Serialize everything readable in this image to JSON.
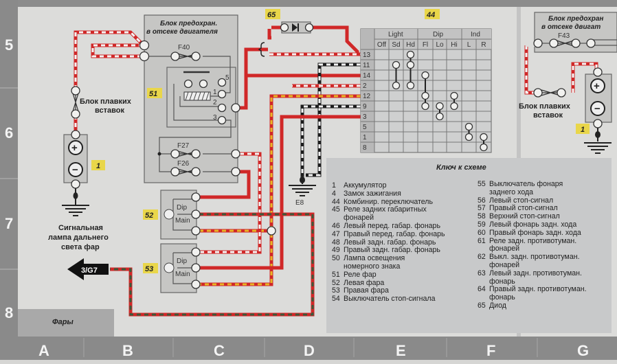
{
  "grid": {
    "rows": [
      "5",
      "6",
      "7",
      "8"
    ],
    "columns": [
      "A",
      "B",
      "C",
      "D",
      "E",
      "F",
      "G"
    ]
  },
  "section_tab": "Фары",
  "components": {
    "fuse_box_title": [
      "Блок предохран.",
      "в отсеке двигателя"
    ],
    "fuse_box_right_title": [
      "Блок предохран",
      "в отсеке двигат"
    ],
    "fusible_links": [
      "Блок плавких",
      "вставок"
    ],
    "fuses": [
      "F40",
      "F27",
      "F26",
      "F43"
    ],
    "relay_pins": [
      "5",
      "1",
      "2",
      "3"
    ],
    "badges": {
      "battery": "1",
      "relay": "51",
      "left_headlamp": "52",
      "right_headlamp": "53",
      "switch": "44",
      "diode": "65",
      "battery_right": "1"
    },
    "lamp_pins": [
      "Dip",
      "Main"
    ],
    "ground": "E8",
    "warning_lamp": [
      "Сигнальная",
      "лампа дальнего",
      "света фар"
    ],
    "connector_arrow": "3/G7"
  },
  "switch_table": {
    "groups": [
      "Light",
      "Dip",
      "Ind"
    ],
    "columns": [
      "Off",
      "Sd",
      "Hd",
      "Fl",
      "Lo",
      "Hi",
      "L",
      "R"
    ],
    "rows": [
      "13",
      "11",
      "14",
      "2",
      "12",
      "9",
      "3",
      "5",
      "1",
      "8"
    ],
    "connections": [
      {
        "column": "Sd",
        "rows": [
          "11",
          "2"
        ]
      },
      {
        "column": "Hd",
        "rows": [
          "13",
          "11",
          "2"
        ]
      },
      {
        "column": "Fl",
        "rows": [
          "14",
          "12",
          "9"
        ]
      },
      {
        "column": "Lo",
        "rows": [
          "9",
          "3"
        ]
      },
      {
        "column": "Hi",
        "rows": [
          "12",
          "9"
        ]
      },
      {
        "column": "L",
        "rows": [
          "5",
          "1"
        ]
      },
      {
        "column": "R",
        "rows": [
          "1",
          "8"
        ]
      }
    ]
  },
  "legend": {
    "title": "Ключ к схеме",
    "left": [
      {
        "num": "1",
        "text": "Аккумулятор"
      },
      {
        "num": "4",
        "text": "Замок зажигания"
      },
      {
        "num": "44",
        "text": "Комбинир. переключатель"
      },
      {
        "num": "45",
        "text": "Реле задних габаритных\nфонарей"
      },
      {
        "num": "46",
        "text": "Левый перед. габар. фонарь"
      },
      {
        "num": "47",
        "text": "Правый перед. габар. фонарь"
      },
      {
        "num": "48",
        "text": "Левый задн. габар. фонарь"
      },
      {
        "num": "49",
        "text": "Правый задн. габар. фонарь"
      },
      {
        "num": "50",
        "text": "Лампа освещения\nномерного знака"
      },
      {
        "num": "51",
        "text": "Реле фар"
      },
      {
        "num": "52",
        "text": "Левая фара"
      },
      {
        "num": "53",
        "text": "Правая фара"
      },
      {
        "num": "54",
        "text": "Выключатель стоп-сигнала"
      }
    ],
    "right": [
      {
        "num": "55",
        "text": "Выключатель фонаря\nзаднего хода"
      },
      {
        "num": "56",
        "text": "Левый стоп-сигнал"
      },
      {
        "num": "57",
        "text": "Правый стоп-сигнал"
      },
      {
        "num": "58",
        "text": "Верхний стоп-сигнал"
      },
      {
        "num": "59",
        "text": "Левый фонарь задн. хода"
      },
      {
        "num": "60",
        "text": "Правый фонарь задн. хода"
      },
      {
        "num": "61",
        "text": "Реле задн. противотуман.\nфонарей"
      },
      {
        "num": "62",
        "text": "Выкл. задн. противотуман.\nфонарей"
      },
      {
        "num": "63",
        "text": "Левый задн. противотуман.\nфонарь"
      },
      {
        "num": "64",
        "text": "Правый задн. противотуман.\nфонарь"
      },
      {
        "num": "65",
        "text": "Диод"
      }
    ]
  },
  "colors": {
    "wire_red": "#d02828",
    "badge": "#e9d64a",
    "panel": "#c6c6c4"
  }
}
